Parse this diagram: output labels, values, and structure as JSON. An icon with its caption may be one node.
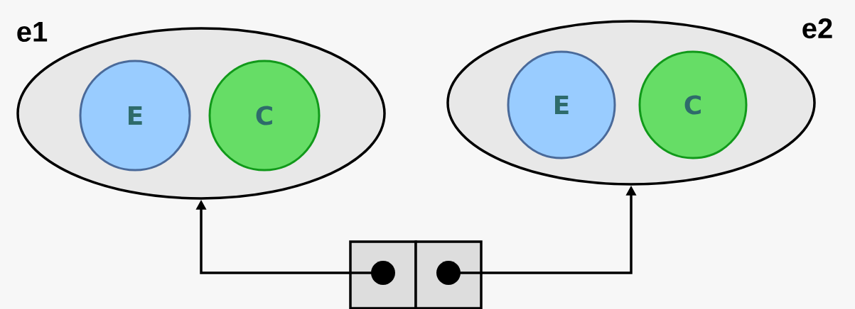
{
  "diagram": {
    "nodes": [
      {
        "text": [
          "e1"
        ]
      },
      {
        "text": [
          "E"
        ],
        "in": 0
      },
      {
        "text": [
          "C"
        ],
        "in": 0
      },
      {
        "text": [
          "e2"
        ]
      },
      {
        "text": [
          "E"
        ],
        "in": 3
      },
      {
        "text": [
          "C"
        ],
        "in": 3
      },
      {
        "text": [],
        "shape": "box"
      },
      {
        "text": [],
        "shape": "box"
      }
    ],
    "edges": [
      {
        "from": 6,
        "to": 0,
        "arrow": "to"
      },
      {
        "from": 7,
        "to": 3,
        "arrow": "to"
      }
    ]
  }
}
